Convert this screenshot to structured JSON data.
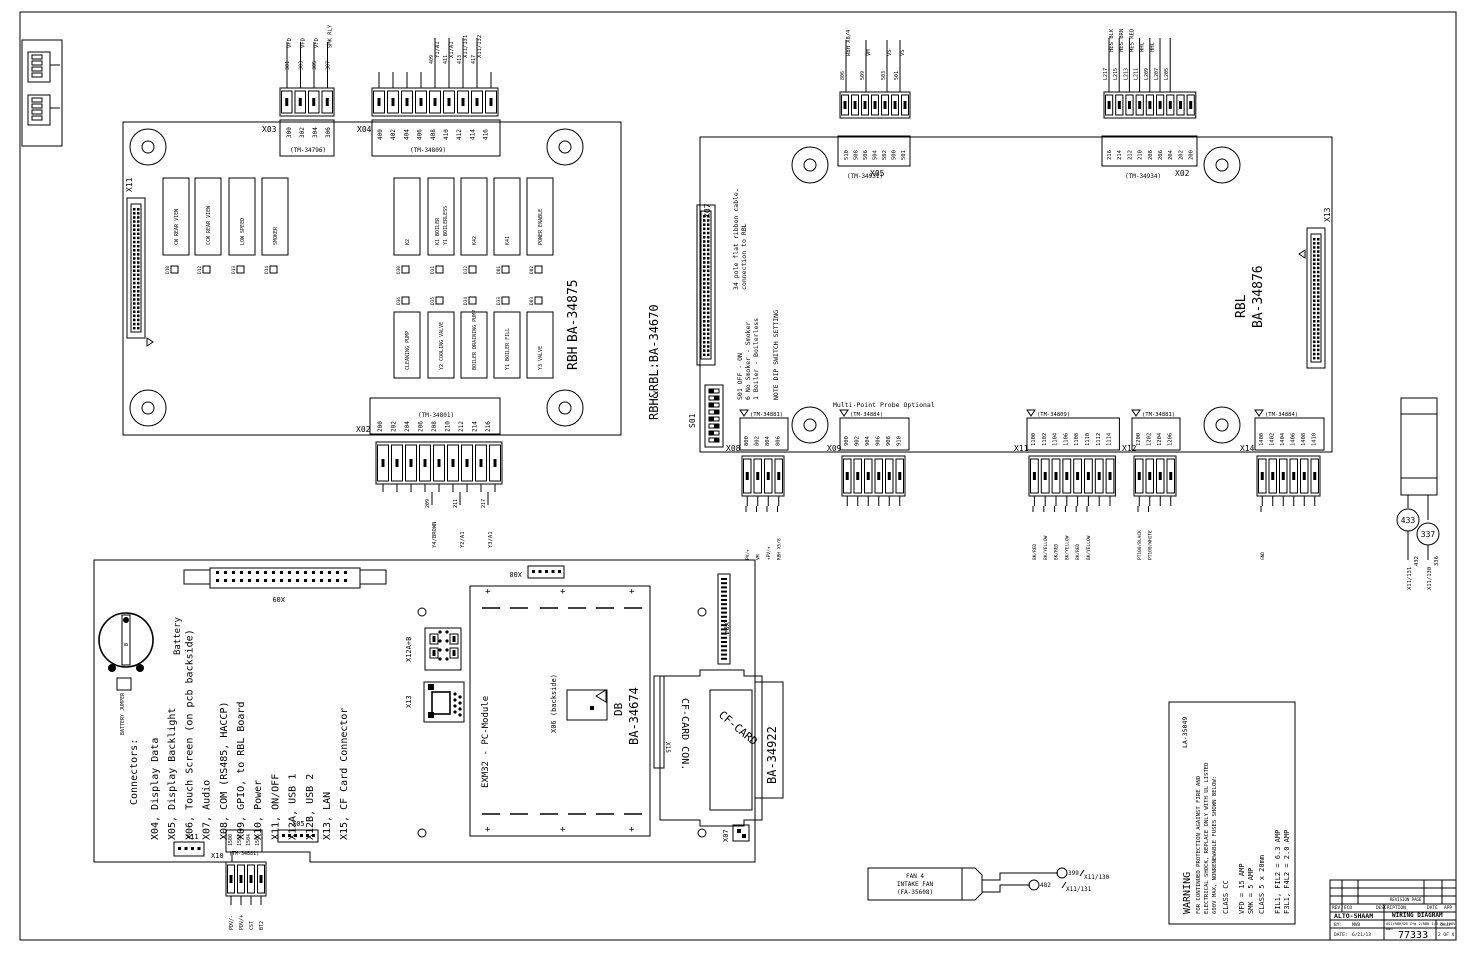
{
  "rbh": {
    "board_name": "RBH",
    "board_number": "BA-34875",
    "relays_top": [
      "CW REAR VIEW",
      "CCW REAR VIEW",
      "LOW SPEED",
      "SMOKER",
      "K2",
      "K1 BOILER",
      "Y1 BOILERLESS",
      "K42",
      "K41",
      "POWER ENABLE"
    ],
    "relays_bottom": [
      "CLEANING PUMP",
      "Y2 COOLING VALVE",
      "BOILER DRAINING PUMP",
      "Y1 BOILER FILL",
      "Y3 VALVE"
    ],
    "leds_top": [
      "D10",
      "D12",
      "D13",
      "D14",
      "D30",
      "D31",
      "D32",
      "D01",
      "D02"
    ],
    "leds_bottom": [
      "D36",
      "D35",
      "D34",
      "D33",
      "D03"
    ],
    "x03_pins": [
      "300",
      "302",
      "304",
      "306"
    ],
    "x03_part": "(TM-34796)",
    "x03_label": "X03",
    "x03_wires": [
      "301",
      "303",
      "305",
      "307"
    ],
    "x03_wire_labels": [
      "VFD",
      "VFD",
      "VFD",
      "SMK RLY"
    ],
    "x04_pins": [
      "400",
      "402",
      "404",
      "406",
      "408",
      "410",
      "412",
      "414",
      "416"
    ],
    "x04_part": "(TM-34809)",
    "x04_label": "X04",
    "x04_wire_labels": [
      "Y1/A1",
      "X1/A1",
      "X11/131",
      "X11/132"
    ],
    "x04_wire_nums": [
      "409",
      "411",
      "413",
      "417"
    ],
    "x02_pins": [
      "200",
      "202",
      "204",
      "206",
      "208",
      "210",
      "212",
      "214",
      "216"
    ],
    "x02_part": "(TM-34801)",
    "x02_label": "X02",
    "x02_wires": [
      "Y4/BROWN",
      "Y2/A1",
      "Y3/A1"
    ],
    "x02_wire_nums": [
      "209",
      "211",
      "217"
    ],
    "x11_label": "X11"
  },
  "combo_label": "RBH&RBL:BA-34670",
  "rbl": {
    "board_name": "RBL",
    "board_number": "BA-34876",
    "x05_pins": [
      "510",
      "508",
      "506",
      "504",
      "502",
      "500",
      "501"
    ],
    "x05_label": "X05",
    "x05_part": "(TM-34931)",
    "x05_wires": [
      "RBH X8/4",
      "VM",
      "VS",
      "VS"
    ],
    "x05_wire_nums": [
      "806",
      "509",
      "503",
      "501"
    ],
    "x02_pins": [
      "216",
      "214",
      "212",
      "210",
      "208",
      "206",
      "204",
      "202",
      "200"
    ],
    "x02_label": "X02",
    "x02_part": "(TM-34934)",
    "x02_wires": [
      "HES BLK",
      "HES BRN",
      "HES RED",
      "HHL",
      "HHL"
    ],
    "x02_wire_nums": [
      "L217",
      "L215",
      "L213",
      "L211",
      "L209",
      "L207",
      "L205"
    ],
    "x07_label": "X07",
    "x13_label": "X13",
    "ribbon_note": [
      "34 pole flat ribbon cable.",
      "connection to RBL"
    ],
    "dip_notes": [
      "S01 OFF - ON",
      "6 No Smoker - Smoker",
      "1 Boiler - Boilerless",
      "NOTE DIP SWITCH SETTING"
    ],
    "s01_label": "S01",
    "multi_point": "Multi-Point Probe Optional",
    "x08": {
      "label": "X08",
      "part": "(TM-34881)",
      "pins": [
        "800",
        "802",
        "804",
        "806"
      ],
      "wires": [
        "PV/+",
        "VM",
        "+PV/+",
        "RBH X5/8"
      ]
    },
    "x09": {
      "label": "X09",
      "part": "(TM-34884)",
      "pins": [
        "900",
        "902",
        "904",
        "906",
        "908",
        "910"
      ]
    },
    "x11": {
      "label": "X11",
      "part": "(TM-34809)",
      "pins": [
        "1100",
        "1102",
        "1104",
        "1106",
        "1108",
        "1110",
        "1112",
        "1114"
      ],
      "wires": [
        "BK/RED",
        "BK/YELLOW",
        "BK/RED",
        "BK/YELLOW",
        "BK/RED",
        "BK/YELLOW"
      ]
    },
    "x12": {
      "label": "X12",
      "part": "(TM-34881)",
      "pins": [
        "1200",
        "1202",
        "1204",
        "1206"
      ],
      "wires": [
        "PT100/BLACK",
        "PT100/WHITE"
      ]
    },
    "x14": {
      "label": "X14",
      "part": "(TM-34884)",
      "pins": [
        "1400",
        "1402",
        "1404",
        "1406",
        "1408",
        "1410"
      ],
      "wires": [
        "GND"
      ]
    }
  },
  "db": {
    "board_name": "DB",
    "board_number": "BA-34674",
    "module": "EXM32 - PC-Module",
    "cf_card_con": "CF-CARD CON.",
    "cf_card": "CF-CARD",
    "cf_board": "BA-34922",
    "x06_label": "X06 (backside)",
    "battery": "Battery",
    "battery_jumper": "BATTERY JUMPER",
    "connectors_title": "Connectors:",
    "connectors": [
      "X04, Display Data",
      "X05, Display Backlight",
      "X06, Touch Screen (on pcb backside)",
      "X07, Audio",
      "X08, COM (RS485, HACCP)",
      "X09, GPIO, to RBL Board",
      "X10, Power",
      "X11, ON/OFF",
      "X12A, USB 1",
      "X12B, USB 2",
      "X13, LAN",
      "X15, CF Card Connector"
    ],
    "x09_label": "X09",
    "x08_label": "X08",
    "x04_label": "X04",
    "x12ab_label": "X12A+B",
    "x13_label": "X13",
    "x07_label": "X07",
    "x11_label": "X11",
    "x10_label": "X10",
    "x05_label": "X05",
    "x15_label": "X15",
    "x10_part": "(TM-34881)",
    "x10_pins": [
      "1500",
      "1502",
      "1504",
      "1506"
    ],
    "x10_wires": [
      "PDV/-",
      "PDV/+",
      "CST",
      "BT2"
    ]
  },
  "fan": {
    "title": "FAN 4",
    "sub": "INTAKE FAN",
    "part": "(FA-35608)",
    "w1": "399",
    "w1_dest": "X11/130",
    "w2": "482",
    "w2_dest": "X11/131"
  },
  "motor": {
    "c1": "433",
    "c2": "337",
    "w1": "X11/131",
    "w2": "X11/130",
    "w1n": "432",
    "w2n": "336"
  },
  "warning": {
    "code": "LA-35049",
    "title": "WARNING",
    "lines": [
      "FOR CONTINUED PROTECTION AGAINST FIRE AND",
      "ELECTRICAL SHOCK, REPLACE ONLY WITH UL LISTED",
      "600V MAX, NONRENEWABLE FUSES SHOWN BELOW:",
      "CLASS CC",
      "VFD = 15 AMP",
      "SMK = 5 AMP",
      "CLASS 5 x 20mm",
      "FIL1, FIL2 = 6.3 AMP",
      "F3L1, F4L2 = 2.0 AMP"
    ]
  },
  "title_block": {
    "company": "ALTO-SHAAM",
    "title": "WIRING DIAGRAM",
    "drawing": "77333",
    "desc": "ASI/RBH/DB Cfg 2/RBH 1/3 PH 100V",
    "by_label": "BY:",
    "by": "MVB",
    "date_label": "DATE:",
    "date": "6/21/13",
    "rev": "REV",
    "eco": "ECO",
    "description": "DESCRIPTION",
    "date_col": "DATE",
    "app": "APP",
    "sheet": "2 OF 4",
    "dwg_label": "DWG",
    "sheet_label": "SHEET",
    "revision_label": "REVISION PAGE"
  }
}
